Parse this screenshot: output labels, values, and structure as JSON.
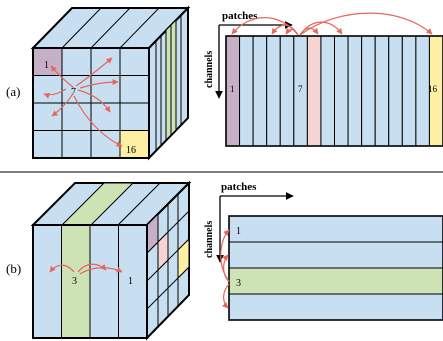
{
  "colors": {
    "blue": "#c7dff1",
    "purple": "#c6b0c8",
    "pink": "#f5d3d3",
    "yellow": "#fdf0a4",
    "green": "#cde3b6",
    "arrow": "#e8655a",
    "outline": "#000000"
  },
  "panel_a": {
    "label": "(a)",
    "axis_patches": "patches",
    "axis_channels": "channels",
    "cube_labels": {
      "first": "1",
      "middle": "7",
      "last": "16"
    },
    "strip_labels": {
      "first": "1",
      "middle": "7",
      "last": "16"
    },
    "stripe_count": 16,
    "highlight": {
      "first": 1,
      "middle": 7,
      "last": 16
    }
  },
  "panel_b": {
    "label": "(b)",
    "axis_patches": "patches",
    "axis_channels": "channels",
    "cube_labels": {
      "left": "3",
      "right": "1"
    },
    "band_labels": {
      "first": "1",
      "third": "3"
    },
    "band_count": 4,
    "highlight_band": 3
  }
}
